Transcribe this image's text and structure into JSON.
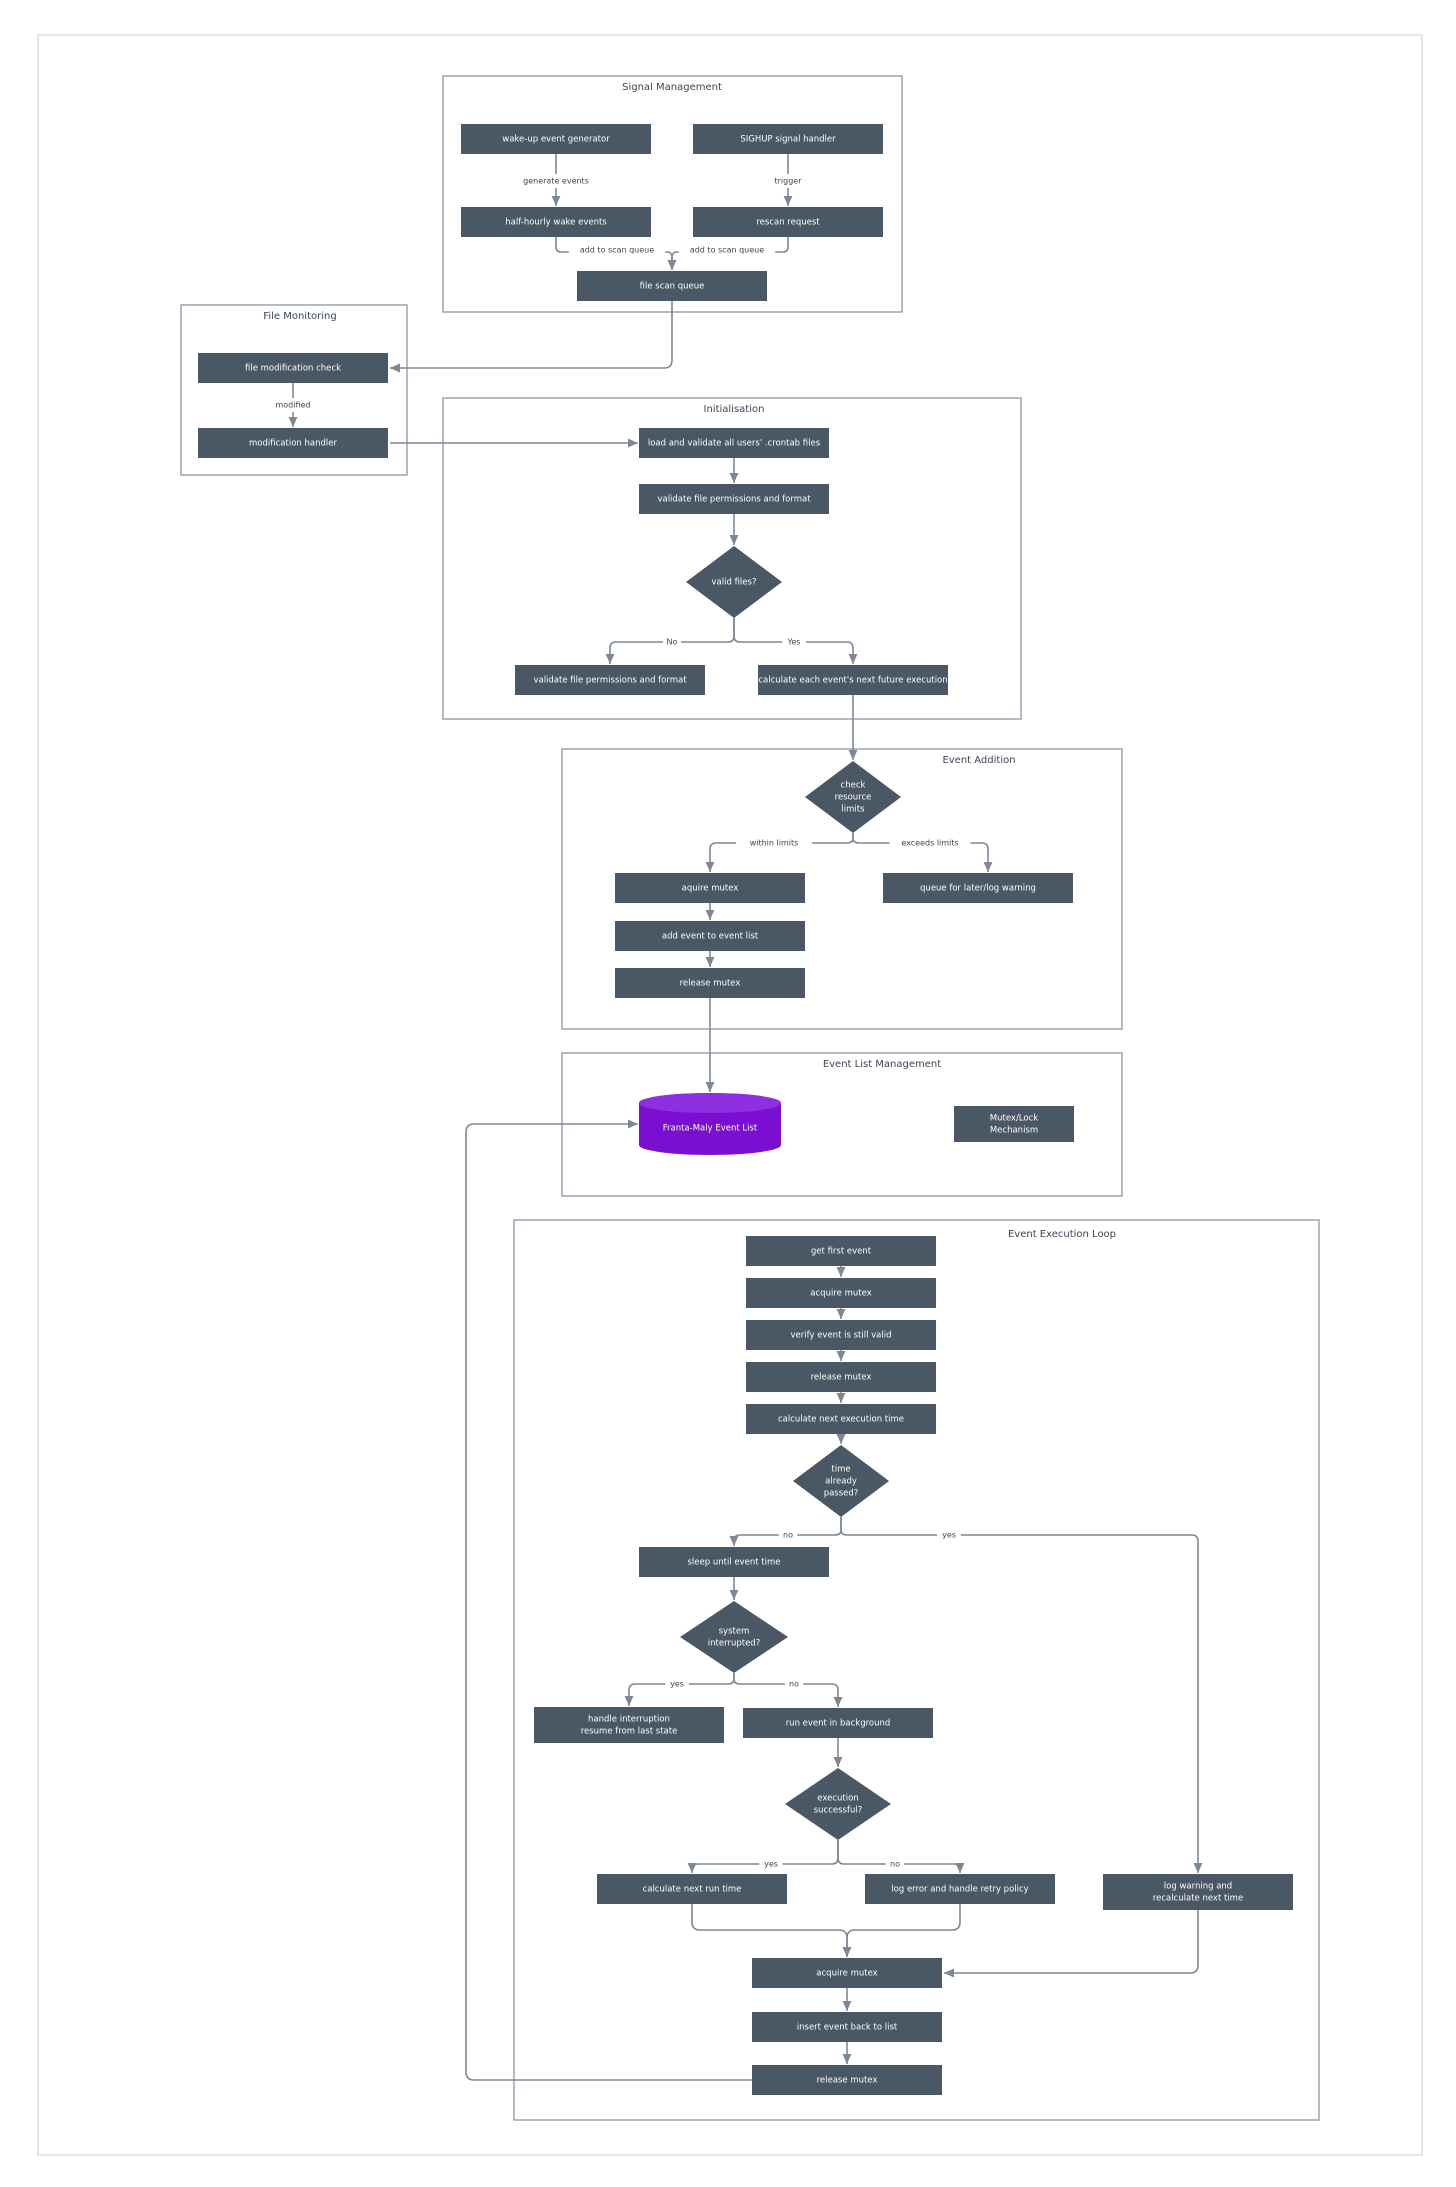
{
  "groups": [
    {
      "id": "signal",
      "title": "Signal Management"
    },
    {
      "id": "filemon",
      "title": "File Monitoring"
    },
    {
      "id": "init",
      "title": "Initialisation"
    },
    {
      "id": "addition",
      "title": "Event Addition"
    },
    {
      "id": "listmgmt",
      "title": "Event List Management"
    },
    {
      "id": "loop",
      "title": "Event Execution Loop"
    }
  ],
  "nodes": {
    "wake_gen": "wake-up event generator",
    "sighup": "SIGHUP signal handler",
    "half_hourly": "half-hourly wake events",
    "rescan": "rescan request",
    "scan_queue": "file scan queue",
    "file_check": "file modification check",
    "mod_handler": "modification handler",
    "load_validate": "load and validate all users' .crontab files",
    "validate_perm": "validate file permissions and format",
    "valid_files": "valid files?",
    "validate_perm_no": "validate file permissions and format",
    "calc_next_future": "calculate each event's next future execution",
    "check_limits": [
      "check",
      "resource",
      "limits"
    ],
    "aquire_mutex": "aquire mutex",
    "queue_later": "queue for later/log warning",
    "add_event": "add event to event list",
    "release_mutex_add": "release mutex",
    "event_list": "Franta-Maly Event List",
    "mutex_lock": [
      "Mutex/Lock",
      "Mechanism"
    ],
    "get_first": "get first event",
    "acquire_mutex_1": "acquire mutex",
    "verify_valid": "verify event is still valid",
    "release_mutex_1": "release mutex",
    "calc_next_exec": "calculate next execution time",
    "time_passed": [
      "time",
      "already",
      "passed?"
    ],
    "sleep_until": "sleep until event time",
    "sys_interrupted": [
      "system",
      "interrupted?"
    ],
    "handle_interrupt": [
      "handle interruption",
      "resume from last state"
    ],
    "run_bg": "run event in background",
    "exec_success": [
      "execution",
      "successful?"
    ],
    "calc_next_run": "calculate next run time",
    "log_error": "log error and handle retry policy",
    "log_warning": [
      "log warning and",
      "recalculate next time"
    ],
    "acquire_mutex_2": "acquire mutex",
    "insert_back": "insert event back to list",
    "release_mutex_2": "release mutex"
  },
  "edge_labels": {
    "generate_events": "generate events",
    "trigger": "trigger",
    "add_scan_1": "add to scan queue",
    "add_scan_2": "add to scan queue",
    "modified": "modified",
    "no_valid": "No",
    "yes_valid": "Yes",
    "within_limits": "within limits",
    "exceeds_limits": "exceeds limits",
    "no_time": "no",
    "yes_time": "yes",
    "yes_interrupt": "yes",
    "no_interrupt": "no",
    "yes_success": "yes",
    "no_success": "no"
  },
  "colors": {
    "node_fill": "#4a5764",
    "node_text": "#ffffff",
    "group_border": "#8a96a8",
    "edge": "#7d8896",
    "event_list_fill": "#7a0fd1",
    "event_list_top": "#8e2fe0"
  }
}
